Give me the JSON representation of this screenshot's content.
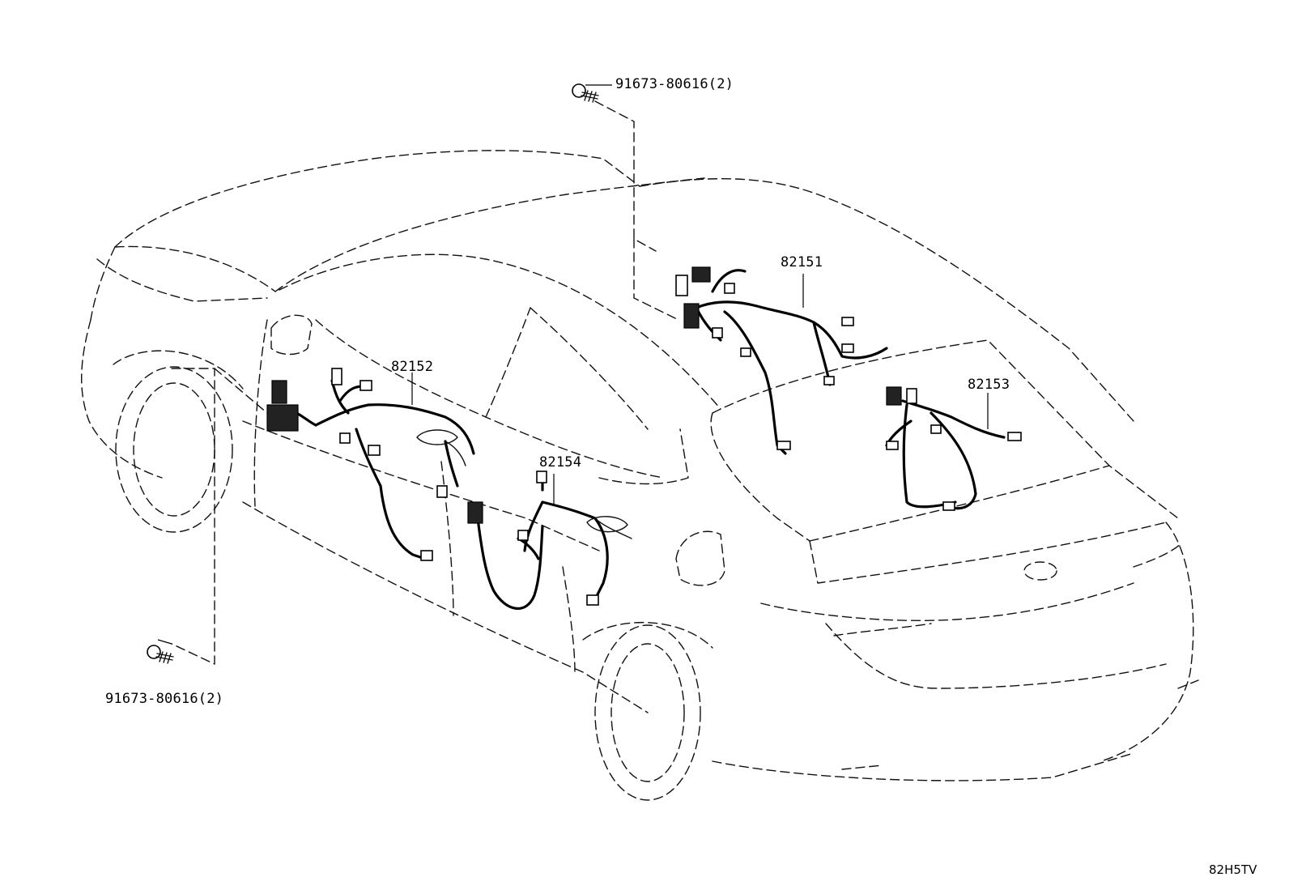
{
  "diagram": {
    "callouts": {
      "bolt_top": "91673-80616(2)",
      "bolt_bottom": "91673-80616(2)",
      "harness_82151": "82151",
      "harness_82152": "82152",
      "harness_82153": "82153",
      "harness_82154": "82154"
    },
    "reference_code": "82H5TV"
  }
}
